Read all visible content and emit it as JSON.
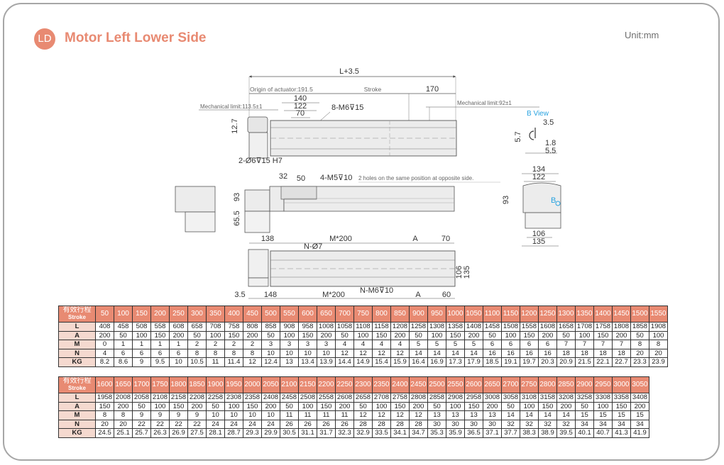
{
  "header": {
    "badge": "LD",
    "title": "Motor Left Lower Side",
    "unit": "Unit:mm"
  },
  "drawing": {
    "top_view": {
      "overall_length": "L+3.5",
      "origin_label": "Origin of actuator:191.5",
      "stroke_label": "Stroke",
      "end_dim": "170",
      "mech_limit_left": "Mechanical limit:113.5±1",
      "mech_limit_right": "Mechanical limit:92±1",
      "dim_140": "140",
      "dim_122": "122",
      "dim_70": "70",
      "dim_12_7": "12.7",
      "holes_m6": "8-M6⊽15",
      "pin_holes": "2-Ø6⊽15 H7"
    },
    "b_view": {
      "title": "B View",
      "d1": "3.5",
      "d2": "5.7",
      "d3": "1.8",
      "d4": "5.5"
    },
    "side_view": {
      "dim_32": "32",
      "dim_50": "50",
      "holes_m5": "4-M5⊽10",
      "holes_note": "2 holes on the same position at opposite side.",
      "dim_93": "93",
      "dim_65_5": "65.5",
      "right_93": "93"
    },
    "end_view": {
      "d134": "134",
      "d122": "122",
      "d106": "106",
      "d135": "135",
      "b_marker": "B"
    },
    "bottom_view": {
      "d138": "138",
      "m200_top": "M*200",
      "a_top": "A",
      "d70": "70",
      "n_holes": "N-Ø7",
      "d3_5": "3.5",
      "d148": "148",
      "m200_bottom": "M*200",
      "n_m6": "N-M6⊽10",
      "a_bottom": "A",
      "d60": "60",
      "d106": "106",
      "d135": "135"
    }
  },
  "tables": [
    {
      "header_cn": "有效行程",
      "header_en": "Stroke",
      "strokes": [
        "50",
        "100",
        "150",
        "200",
        "250",
        "300",
        "350",
        "400",
        "450",
        "500",
        "550",
        "600",
        "650",
        "700",
        "750",
        "800",
        "850",
        "900",
        "950",
        "1000",
        "1050",
        "1100",
        "1150",
        "1200",
        "1250",
        "1300",
        "1350",
        "1400",
        "1450",
        "1500",
        "1550"
      ],
      "rows": [
        {
          "label": "L",
          "values": [
            "408",
            "458",
            "508",
            "558",
            "608",
            "658",
            "708",
            "758",
            "808",
            "858",
            "908",
            "958",
            "1008",
            "1058",
            "1108",
            "1158",
            "1208",
            "1258",
            "1308",
            "1358",
            "1408",
            "1458",
            "1508",
            "1558",
            "1608",
            "1658",
            "1708",
            "1758",
            "1808",
            "1858",
            "1908"
          ]
        },
        {
          "label": "A",
          "values": [
            "200",
            "50",
            "100",
            "150",
            "200",
            "50",
            "100",
            "150",
            "200",
            "50",
            "100",
            "150",
            "200",
            "50",
            "100",
            "150",
            "200",
            "50",
            "100",
            "150",
            "200",
            "50",
            "100",
            "150",
            "200",
            "50",
            "100",
            "150",
            "200",
            "50",
            "100"
          ]
        },
        {
          "label": "M",
          "values": [
            "0",
            "1",
            "1",
            "1",
            "1",
            "2",
            "2",
            "2",
            "2",
            "3",
            "3",
            "3",
            "3",
            "4",
            "4",
            "4",
            "4",
            "5",
            "5",
            "5",
            "5",
            "6",
            "6",
            "6",
            "6",
            "7",
            "7",
            "7",
            "7",
            "8",
            "8"
          ]
        },
        {
          "label": "N",
          "values": [
            "4",
            "6",
            "6",
            "6",
            "6",
            "8",
            "8",
            "8",
            "8",
            "10",
            "10",
            "10",
            "10",
            "12",
            "12",
            "12",
            "12",
            "14",
            "14",
            "14",
            "14",
            "16",
            "16",
            "16",
            "16",
            "18",
            "18",
            "18",
            "18",
            "20",
            "20"
          ]
        },
        {
          "label": "KG",
          "values": [
            "8.2",
            "8.6",
            "9",
            "9.5",
            "10",
            "10.5",
            "11",
            "11.4",
            "12",
            "12.4",
            "13",
            "13.4",
            "13.9",
            "14.4",
            "14.9",
            "15.4",
            "15.9",
            "16.4",
            "16.9",
            "17.3",
            "17.9",
            "18.5",
            "19.1",
            "19.7",
            "20.3",
            "20.9",
            "21.5",
            "22.1",
            "22.7",
            "23.3",
            "23.9"
          ]
        }
      ]
    },
    {
      "header_cn": "有效行程",
      "header_en": "Stroke",
      "strokes": [
        "1600",
        "1650",
        "1700",
        "1750",
        "1800",
        "1850",
        "1900",
        "1950",
        "2000",
        "2050",
        "2100",
        "2150",
        "2200",
        "2250",
        "2300",
        "2350",
        "2400",
        "2450",
        "2500",
        "2550",
        "2600",
        "2650",
        "2700",
        "2750",
        "2800",
        "2850",
        "2900",
        "2950",
        "3000",
        "3050"
      ],
      "rows": [
        {
          "label": "L",
          "values": [
            "1958",
            "2008",
            "2058",
            "2108",
            "2158",
            "2208",
            "2258",
            "2308",
            "2358",
            "2408",
            "2458",
            "2508",
            "2558",
            "2608",
            "2658",
            "2708",
            "2758",
            "2808",
            "2858",
            "2908",
            "2958",
            "3008",
            "3058",
            "3108",
            "3158",
            "3208",
            "3258",
            "3308",
            "3358",
            "3408"
          ]
        },
        {
          "label": "A",
          "values": [
            "150",
            "200",
            "50",
            "100",
            "150",
            "200",
            "50",
            "100",
            "150",
            "200",
            "50",
            "100",
            "150",
            "200",
            "50",
            "100",
            "150",
            "200",
            "50",
            "100",
            "150",
            "200",
            "50",
            "100",
            "150",
            "200",
            "50",
            "100",
            "150",
            "200"
          ]
        },
        {
          "label": "M",
          "values": [
            "8",
            "8",
            "9",
            "9",
            "9",
            "9",
            "10",
            "10",
            "10",
            "10",
            "11",
            "11",
            "11",
            "11",
            "12",
            "12",
            "12",
            "12",
            "13",
            "13",
            "13",
            "13",
            "14",
            "14",
            "14",
            "14",
            "15",
            "15",
            "15",
            "15"
          ]
        },
        {
          "label": "N",
          "values": [
            "20",
            "20",
            "22",
            "22",
            "22",
            "22",
            "24",
            "24",
            "24",
            "24",
            "26",
            "26",
            "26",
            "26",
            "28",
            "28",
            "28",
            "28",
            "30",
            "30",
            "30",
            "30",
            "32",
            "32",
            "32",
            "32",
            "34",
            "34",
            "34",
            "34"
          ]
        },
        {
          "label": "KG",
          "values": [
            "24.5",
            "25.1",
            "25.7",
            "26.3",
            "26.9",
            "27.5",
            "28.1",
            "28.7",
            "29.3",
            "29.9",
            "30.5",
            "31.1",
            "31.7",
            "32.3",
            "32.9",
            "33.5",
            "34.1",
            "34.7",
            "35.3",
            "35.9",
            "36.5",
            "37.1",
            "37.7",
            "38.3",
            "38.9",
            "39.5",
            "40.1",
            "40.7",
            "41.3",
            "41.9"
          ]
        }
      ]
    }
  ],
  "colors": {
    "accent": "#e88a72",
    "label_cell": "#f5d9cf",
    "b_view": "#29a3e0",
    "frame": "#a6a6a6"
  }
}
